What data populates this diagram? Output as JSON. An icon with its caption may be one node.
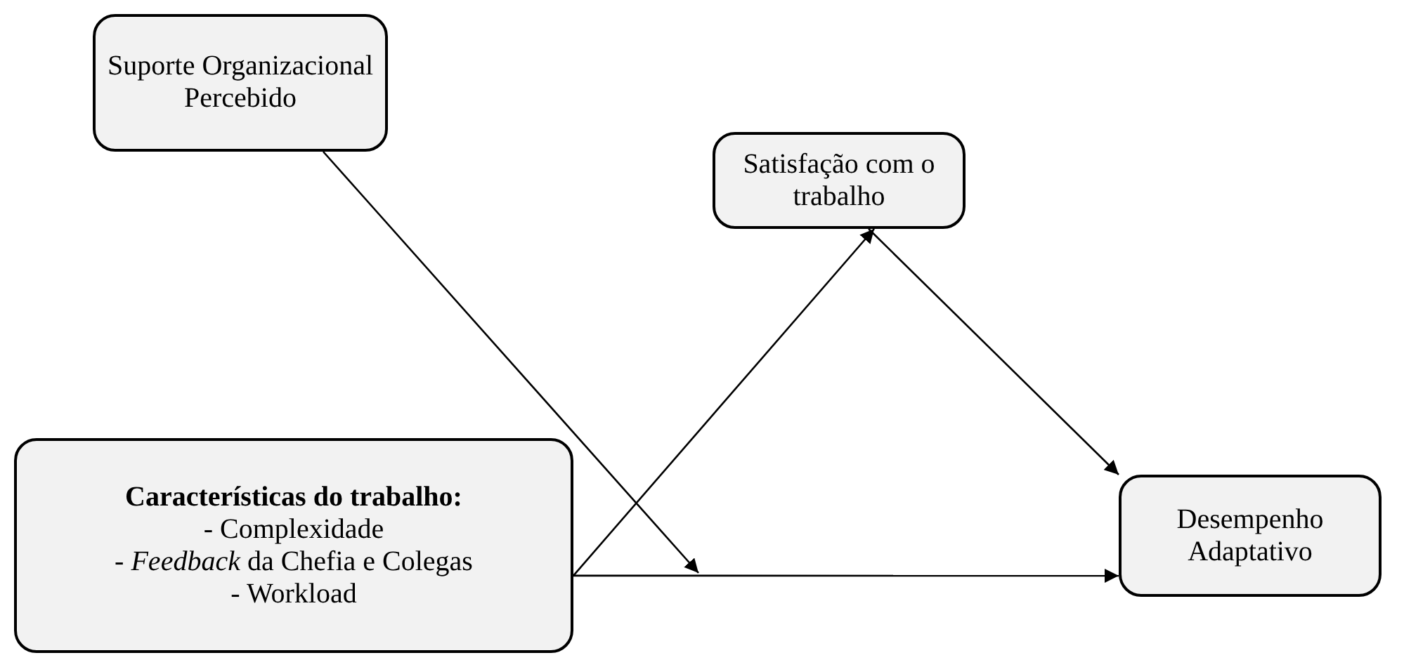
{
  "diagram": {
    "nodes": [
      {
        "text": [
          "Suporte Organizacional Percebido"
        ]
      },
      {
        "text": [
          "Satisfação com o trabalho"
        ]
      },
      {
        "text": [
          "Características do trabalho:",
          "- Complexidade",
          "- *Feedback* da Chefia e Colegas",
          "- Workload"
        ]
      },
      {
        "text": [
          "Desempenho Adaptativo"
        ]
      }
    ],
    "edges": [
      {
        "from": 0,
        "to": null,
        "arrow": "to"
      },
      {
        "from": 2,
        "to": 1,
        "arrow": "to"
      },
      {
        "from": 1,
        "to": 3,
        "arrow": "to"
      },
      {
        "from": 2,
        "to": 3,
        "arrow": "to"
      }
    ]
  }
}
